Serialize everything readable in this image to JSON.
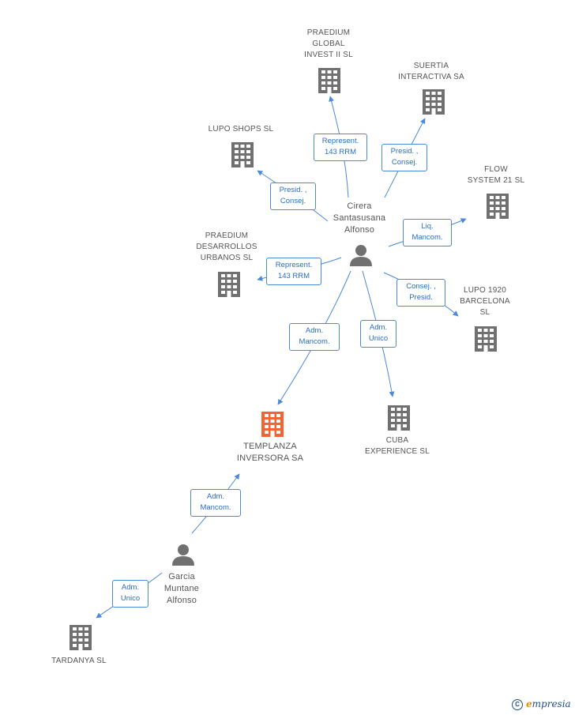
{
  "nodes": {
    "praedium_global": "PRAEDIUM\nGLOBAL\nINVEST II SL",
    "suertia": "SUERTIA\nINTERACTIVA SA",
    "lupo_shops": "LUPO SHOPS SL",
    "flow_system": "FLOW\nSYSTEM 21 SL",
    "praedium_desarrollos": "PRAEDIUM\nDESARROLLOS\nURBANOS SL",
    "lupo_1920": "LUPO 1920\nBARCELONA\nSL",
    "templanza": "TEMPLANZA\nINVERSORA SA",
    "cuba": "CUBA\nEXPERIENCE SL",
    "tardanya": "TARDANYA SL",
    "cirera": "Cirera\nSantasusana\nAlfonso",
    "garcia": "Garcia\nMuntane\nAlfonso"
  },
  "edges": {
    "cirera_praedium_global": "Represent.\n143 RRM",
    "cirera_suertia": "Presid. ,\nConsej.",
    "cirera_lupo_shops": "Presid. ,\nConsej.",
    "cirera_flow": "Liq.\nMancom.",
    "cirera_praedium_desarrollos": "Represent.\n143 RRM",
    "cirera_lupo_1920": "Consej. ,\nPresid.",
    "cirera_templanza": "Adm.\nMancom.",
    "cirera_cuba": "Adm.\nUnico",
    "garcia_templanza": "Adm.\nMancom.",
    "garcia_tardanya": "Adm.\nUnico"
  },
  "colors": {
    "edge": "#4a8ad8",
    "company_icon": "#707070",
    "focus_icon": "#f26532",
    "person_icon": "#707070"
  },
  "branding": {
    "copyright_symbol": "C",
    "brand_first": "e",
    "brand_rest": "mpresia"
  }
}
